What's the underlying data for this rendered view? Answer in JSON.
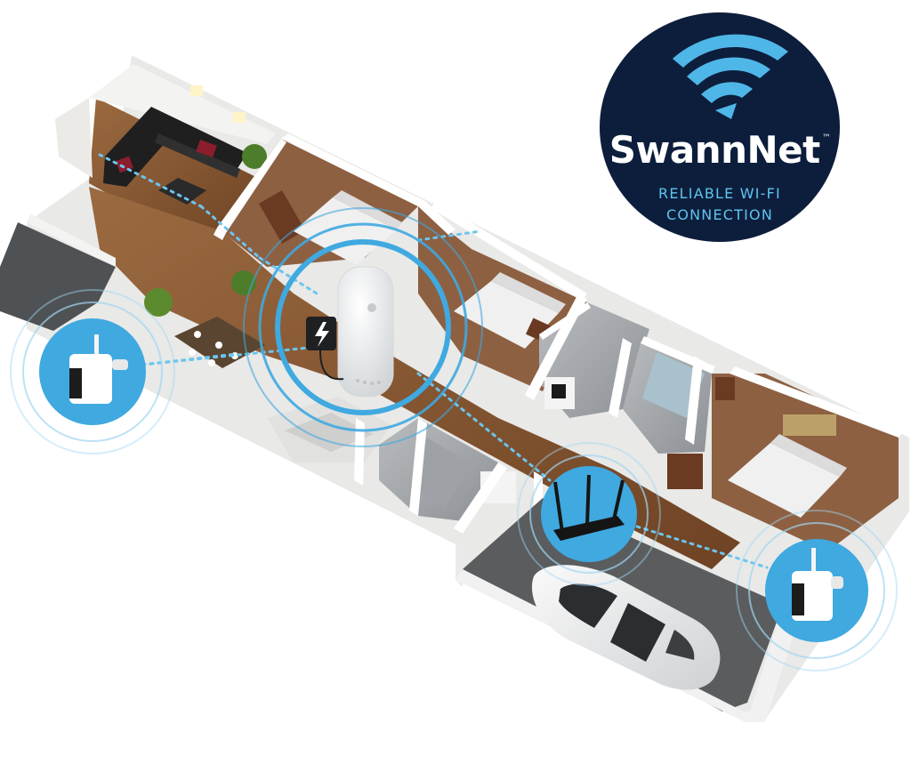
{
  "badge": {
    "brand": "SwannNet",
    "trademark": "™",
    "tagline_line1": "RELIABLE WI-FI",
    "tagline_line2": "CONNECTION"
  },
  "colors": {
    "badge_background": "#0d1e3c",
    "accent_blue": "#3fa9e0",
    "tagline_blue": "#5fc4ee",
    "floor_wood": "#8a5a34",
    "wall_white": "#f3f3f1",
    "garage_floor": "#5a5c5e"
  },
  "icons": {
    "wifi_logo": "wifi-signal-icon",
    "hub": "swannnet-hub-icon",
    "power_adapter": "power-adapter-icon",
    "router": "wifi-router-icon",
    "camera_left": "security-camera-icon",
    "camera_right": "security-camera-icon",
    "car": "car-icon"
  }
}
